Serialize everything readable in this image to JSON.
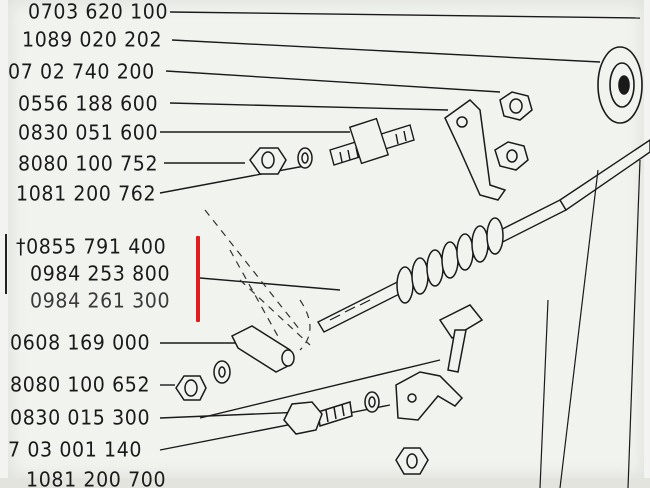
{
  "part_numbers": [
    "0703 620 100",
    "1089 020 202",
    "07 02 740 200",
    "0556 188 600",
    "0830 051 600",
    "8080 100 752",
    "1081 200 762",
    "†0855 791 400",
    "0984 253 800",
    "0984 261 300",
    "0608 169 000",
    "8080 100 652",
    "0830 015 300",
    "7 03 001 140",
    "1081 200 700"
  ],
  "colors": {
    "paper": "#f1f3ef",
    "ink": "#1a1a1a",
    "highlight_bracket": "#e21c1c"
  }
}
